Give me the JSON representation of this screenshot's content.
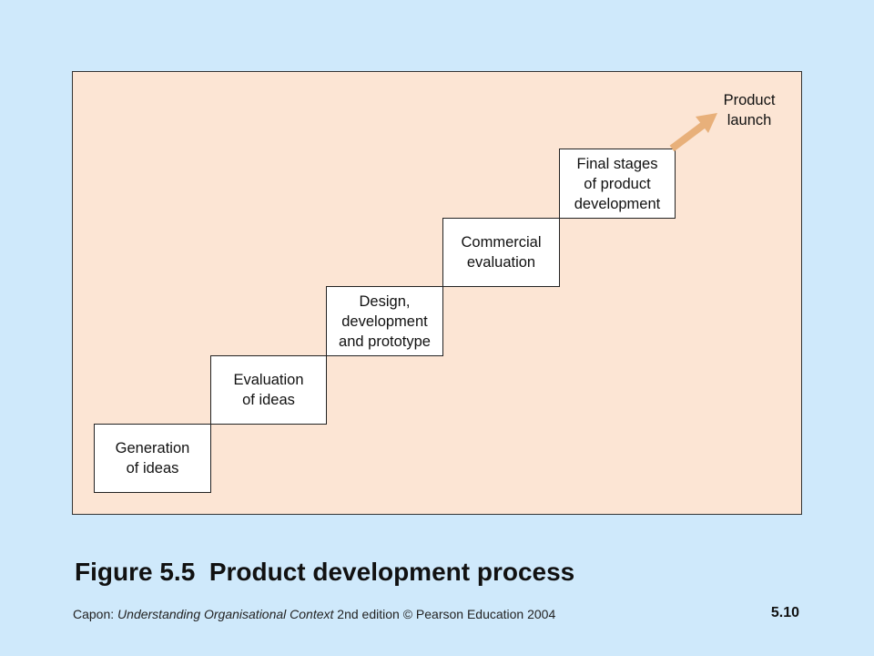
{
  "diagram": {
    "steps": [
      {
        "label": "Generation\nof ideas"
      },
      {
        "label": "Evaluation\nof ideas"
      },
      {
        "label": "Design,\ndevelopment\nand prototype"
      },
      {
        "label": "Commercial\nevaluation"
      },
      {
        "label": "Final stages\nof product\ndevelopment"
      }
    ],
    "end_label": "Product\nlaunch",
    "colors": {
      "panel_background": "#fce5d4",
      "arrow": "#e8b07a",
      "page_background": "#cfe9fb"
    }
  },
  "caption": "Figure 5.5  Product development process",
  "footer": {
    "author": "Capon: ",
    "book_title": "Understanding Organisational Context",
    "rest": " 2nd edition © Pearson Education 2004",
    "page_number": "5.10"
  }
}
